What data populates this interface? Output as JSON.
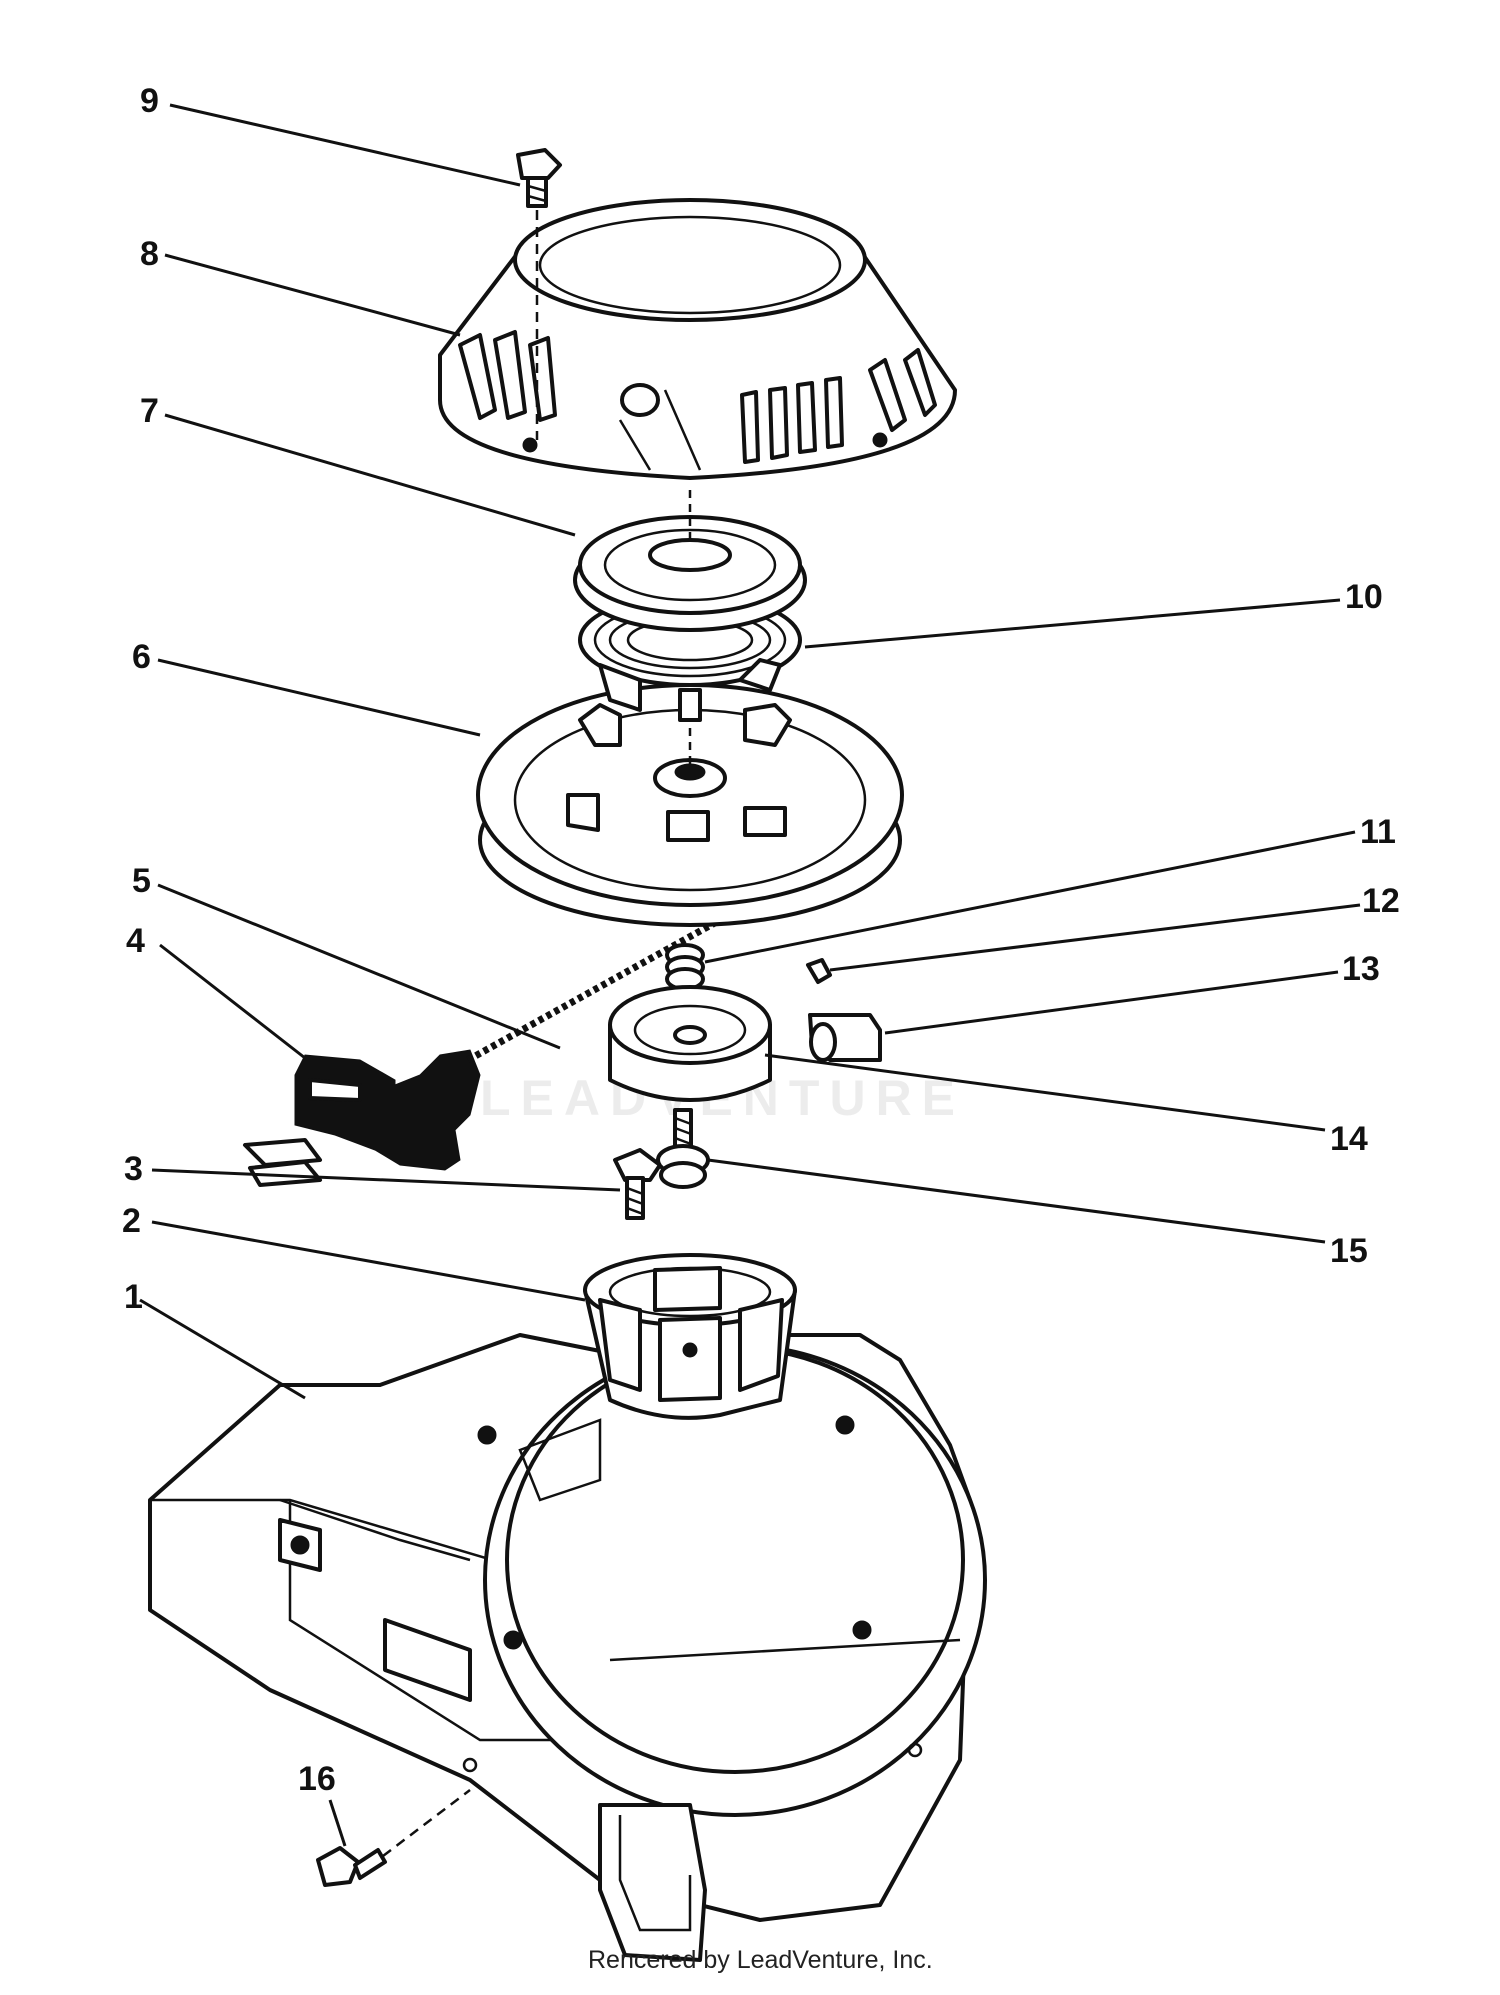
{
  "watermark": "LEADVENTURE",
  "credit": "Rencered by LeadVenture, Inc.",
  "callouts": [
    {
      "id": "1",
      "label": "1"
    },
    {
      "id": "2",
      "label": "2"
    },
    {
      "id": "3",
      "label": "3"
    },
    {
      "id": "4",
      "label": "4"
    },
    {
      "id": "5",
      "label": "5"
    },
    {
      "id": "6",
      "label": "6"
    },
    {
      "id": "7",
      "label": "7"
    },
    {
      "id": "8",
      "label": "8"
    },
    {
      "id": "9",
      "label": "9"
    },
    {
      "id": "10",
      "label": "10"
    },
    {
      "id": "11",
      "label": "11"
    },
    {
      "id": "12",
      "label": "12"
    },
    {
      "id": "13",
      "label": "13"
    },
    {
      "id": "14",
      "label": "14"
    },
    {
      "id": "15",
      "label": "15"
    },
    {
      "id": "16",
      "label": "16"
    }
  ],
  "colors": {
    "ink": "#111111",
    "paper": "#ffffff"
  }
}
